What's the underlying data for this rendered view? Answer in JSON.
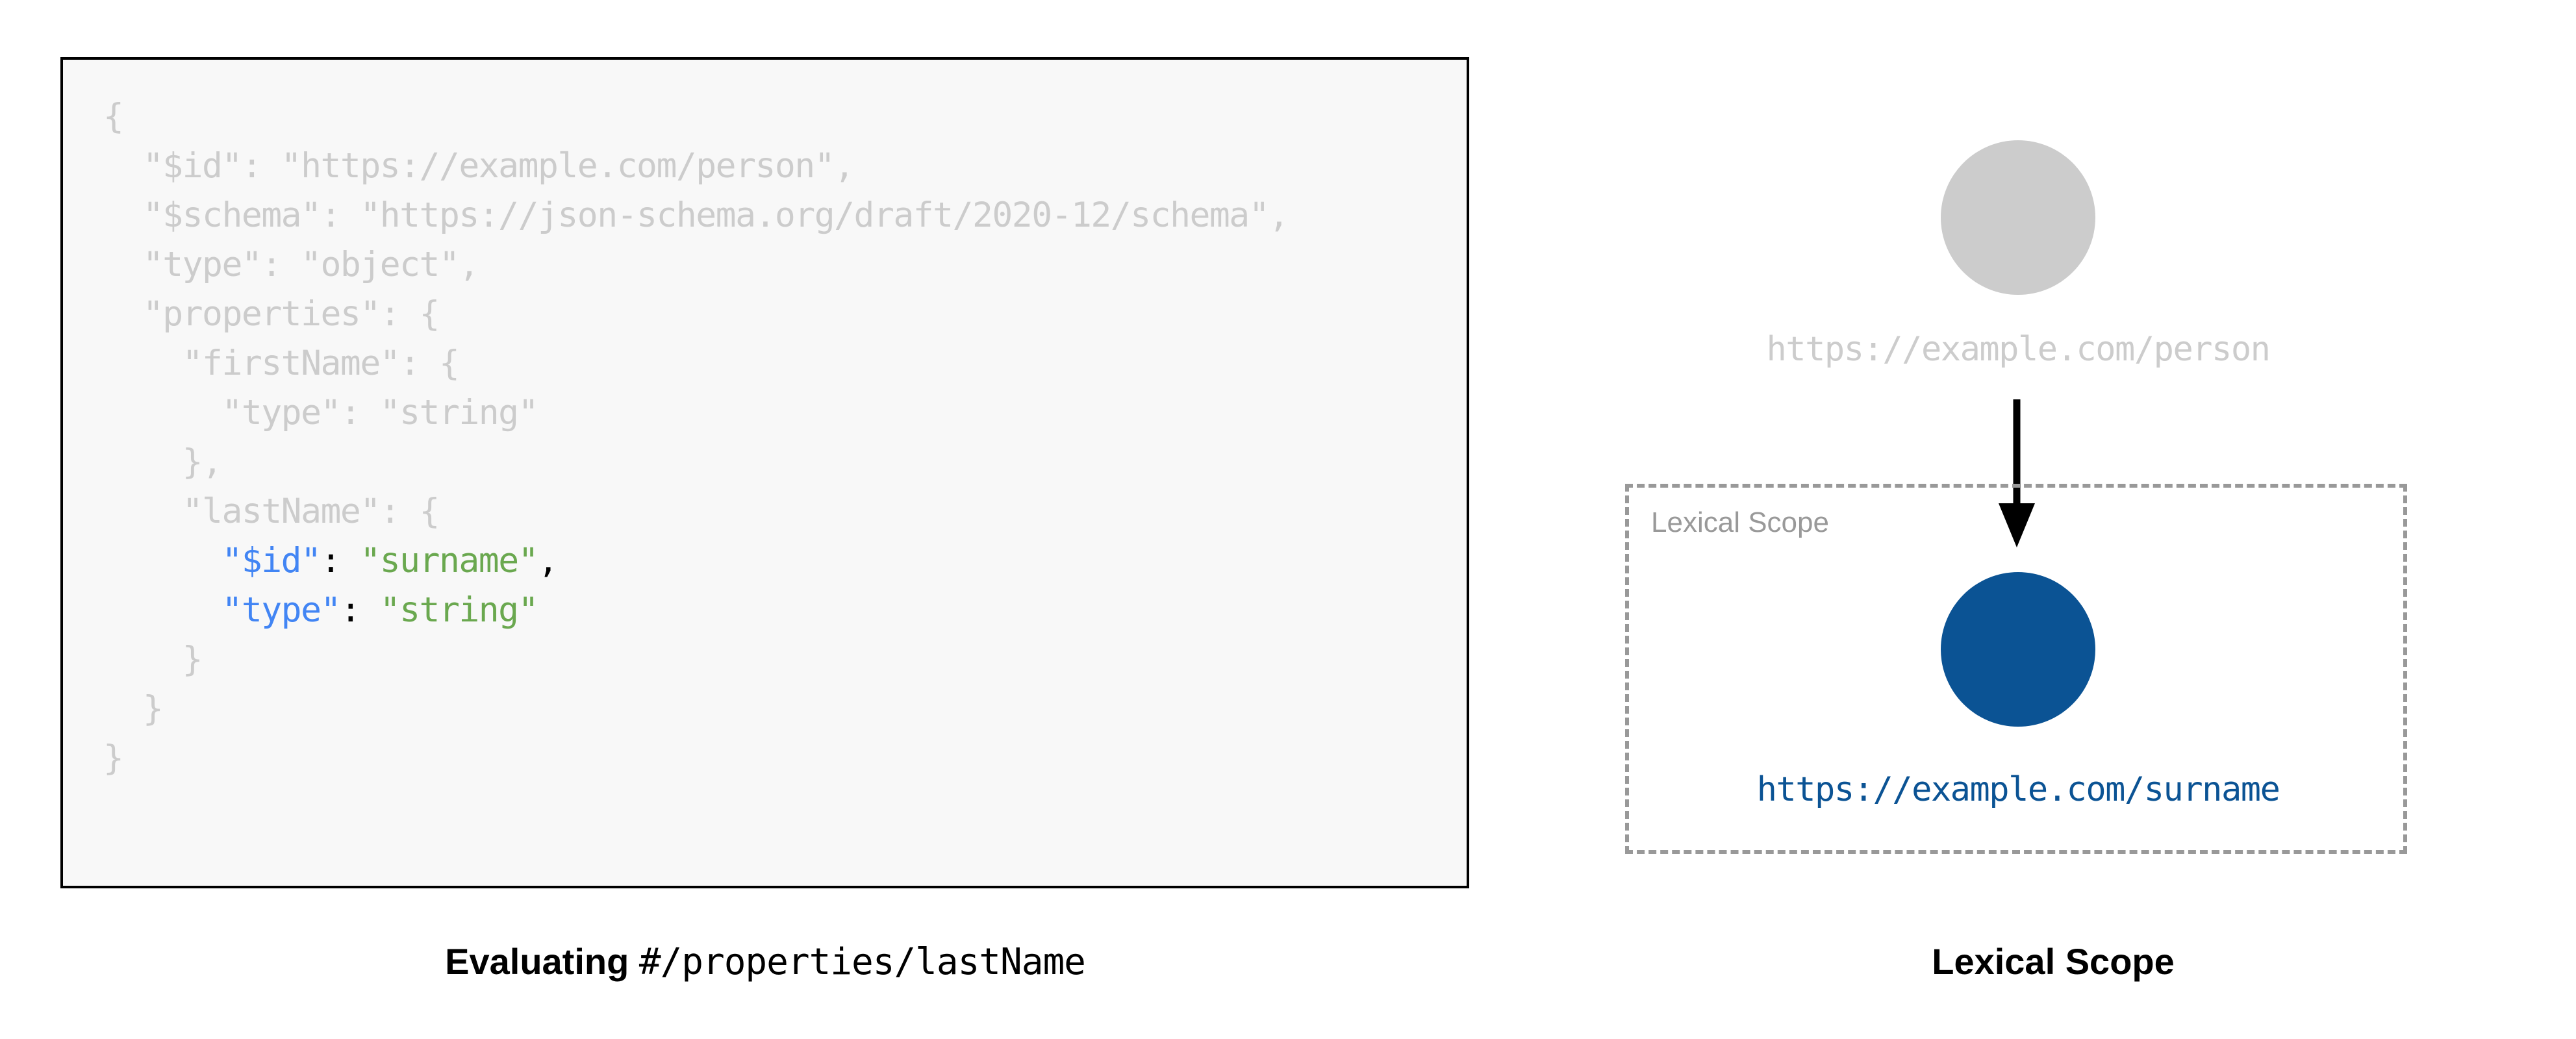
{
  "code_panel": {
    "background": "#f8f8f8",
    "border_color": "#000000",
    "dim_color": "#cccccc",
    "key_color": "#4285f4",
    "string_color": "#6aa84f",
    "punct_color": "#000000",
    "lines": [
      {
        "indent": 0,
        "dim": "{"
      },
      {
        "indent": 1,
        "dim": "\"$id\": \"https://example.com/person\","
      },
      {
        "indent": 1,
        "dim": "\"$schema\": \"https://json-schema.org/draft/2020-12/schema\","
      },
      {
        "indent": 1,
        "dim": "\"type\": \"object\","
      },
      {
        "indent": 1,
        "dim": "\"properties\": {"
      },
      {
        "indent": 2,
        "dim": "\"firstName\": {"
      },
      {
        "indent": 3,
        "dim": "\"type\": \"string\""
      },
      {
        "indent": 2,
        "dim": "},"
      },
      {
        "indent": 2,
        "dim": "\"lastName\": {"
      },
      {
        "indent": 3,
        "highlight": true,
        "key": "\"$id\"",
        "punct_mid": ": ",
        "str": "\"surname\"",
        "punct_end": ","
      },
      {
        "indent": 3,
        "highlight": true,
        "key": "\"type\"",
        "punct_mid": ": ",
        "str": "\"string\"",
        "punct_end": ""
      },
      {
        "indent": 2,
        "dim": "}"
      },
      {
        "indent": 1,
        "dim": "}"
      },
      {
        "indent": 0,
        "dim": "}"
      }
    ]
  },
  "left_caption": {
    "bold_text": "Evaluating ",
    "mono_text": "#/properties/lastName"
  },
  "right_caption": {
    "bold_text": "Lexical Scope"
  },
  "diagram": {
    "root_node": {
      "label": "https://example.com/person",
      "color": "#cccccc",
      "label_color": "#cccccc"
    },
    "scoped_node": {
      "label": "https://example.com/surname",
      "color": "#0b5394",
      "label_color": "#0b5394"
    },
    "arrow": {
      "color": "#000000"
    },
    "scope_box": {
      "label": "Lexical Scope",
      "border_color": "#999999",
      "border_style": "dashed"
    }
  }
}
